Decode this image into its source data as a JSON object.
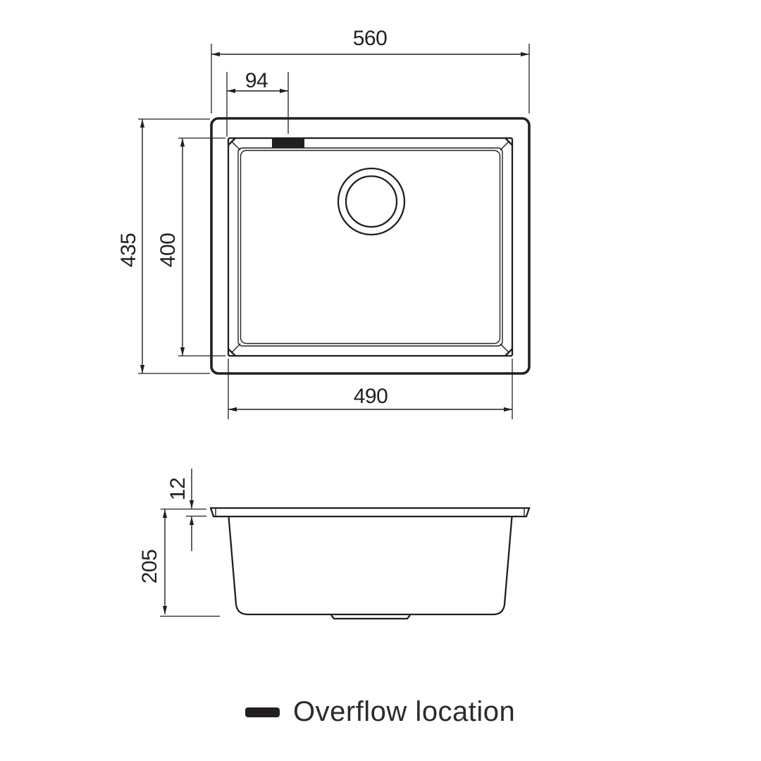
{
  "colors": {
    "ink": "#231f20",
    "background": "#ffffff"
  },
  "dimensions": {
    "top_view": {
      "overall_width": "560",
      "overflow_offset": "94",
      "overall_depth": "435",
      "bowl_inner_depth": "400",
      "bowl_inner_width": "490"
    },
    "side_view": {
      "rim_thickness": "12",
      "bowl_height": "205"
    }
  },
  "legend": {
    "label": "Overflow location",
    "swatch_color": "#231f20"
  }
}
